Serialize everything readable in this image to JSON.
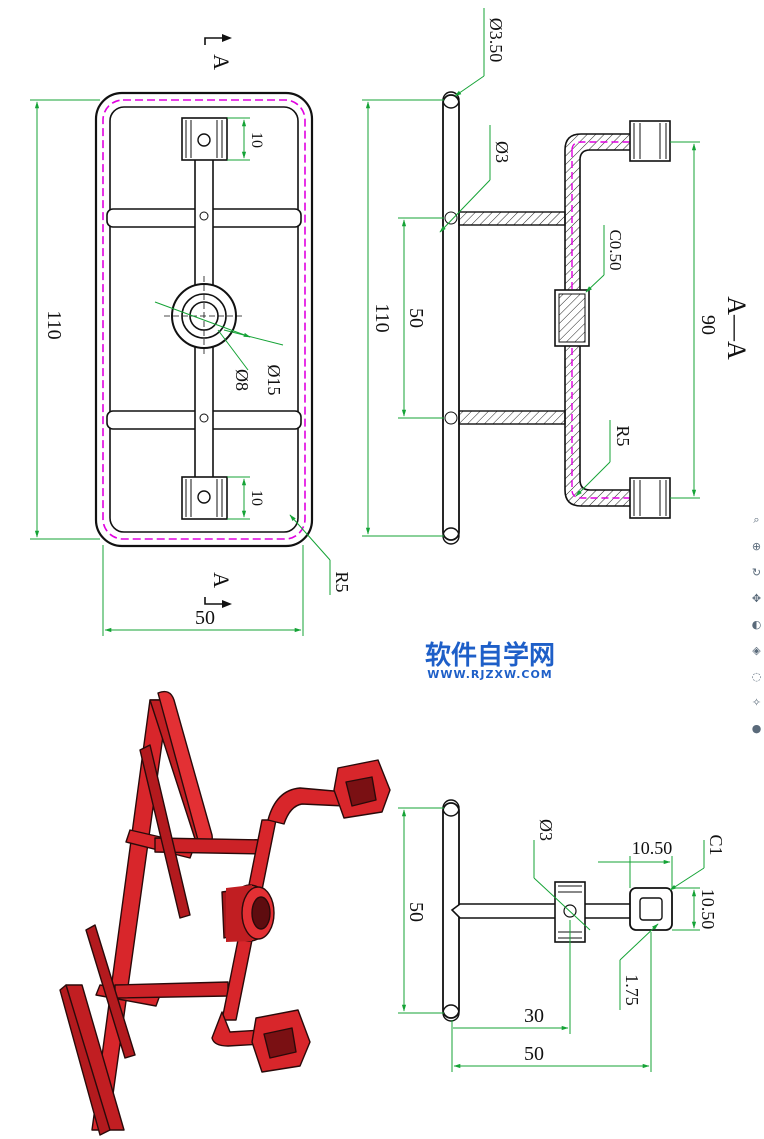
{
  "watermark": {
    "title": "软件自学网",
    "url": "WWW.RJZXW.COM"
  },
  "views": {
    "front": {
      "section_marks": [
        "A",
        "A"
      ],
      "dims": {
        "height_110": "110",
        "width_50": "50",
        "tab_10_top": "10",
        "tab_10_bottom": "10",
        "dia_15": "Ø15",
        "dia_8": "Ø8",
        "radius_r5": "R5"
      }
    },
    "section": {
      "title": "A—A",
      "dims": {
        "dia_350": "Ø3.50",
        "dia_3": "Ø3",
        "chamfer_c050": "C0.50",
        "height_110": "110",
        "spacing_50": "50",
        "height_90": "90",
        "radius_r5": "R5"
      }
    },
    "side": {
      "dims": {
        "dia_3": "Ø3",
        "width_1050": "10.50",
        "chamfer_c1": "C1",
        "height_1050": "10.50",
        "height_50": "50",
        "len_30": "30",
        "len_50": "50",
        "val_175": "1.75"
      }
    }
  },
  "colors": {
    "dimension": "#15a336",
    "centerline": "#e000e0",
    "part_red": "#d8262b",
    "watermark_blue": "#1e5fc8"
  },
  "toolbar": {
    "icons": [
      "search-icon",
      "zoom-icon",
      "rotate-icon",
      "pan-icon",
      "view-icon",
      "display-icon",
      "hide-icon",
      "light-icon",
      "scene-icon"
    ]
  }
}
